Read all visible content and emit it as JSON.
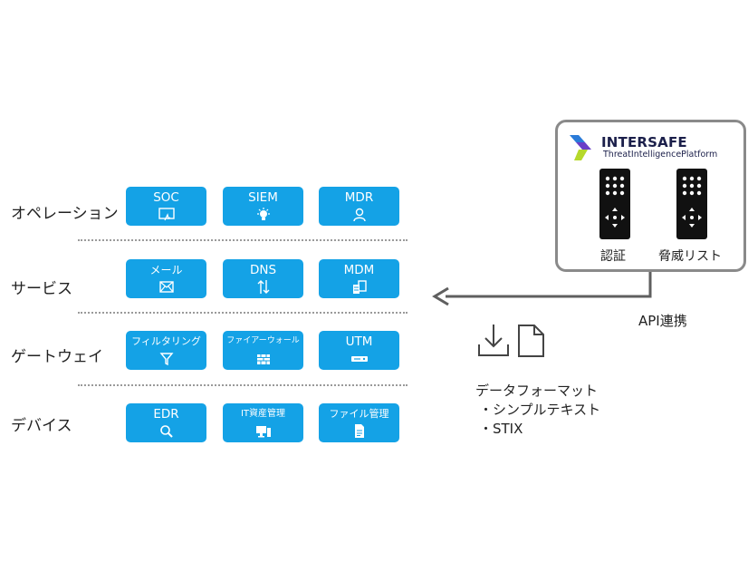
{
  "rows": [
    {
      "label": "オペレーション",
      "tiles": [
        {
          "label": "SOC",
          "icon": "screen-touch-icon"
        },
        {
          "label": "SIEM",
          "icon": "lightbulb-icon"
        },
        {
          "label": "MDR",
          "icon": "user-icon"
        }
      ]
    },
    {
      "label": "サービス",
      "tiles": [
        {
          "label": "メール",
          "icon": "envelope-icon"
        },
        {
          "label": "DNS",
          "icon": "up-down-arrows-icon"
        },
        {
          "label": "MDM",
          "icon": "devices-icon"
        }
      ]
    },
    {
      "label": "ゲートウェイ",
      "tiles": [
        {
          "label": "フィルタリング",
          "icon": "filter-icon"
        },
        {
          "label": "ファイアーウォール",
          "icon": "firewall-icon"
        },
        {
          "label": "UTM",
          "icon": "appliance-icon"
        }
      ]
    },
    {
      "label": "デバイス",
      "tiles": [
        {
          "label": "EDR",
          "icon": "magnifier-icon"
        },
        {
          "label": "IT資産管理",
          "icon": "computer-icon"
        },
        {
          "label": "ファイル管理",
          "icon": "file-icon"
        }
      ]
    }
  ],
  "platform": {
    "brand": "INTERSAFE",
    "subtitle": "ThreatIntelligencePlatform",
    "devices": [
      {
        "label": "認証",
        "icon": "remote-control-icon"
      },
      {
        "label": "脅威リスト",
        "icon": "remote-control-icon"
      }
    ]
  },
  "api_label": "API連携",
  "data_format": {
    "title": "データフォーマット",
    "items": [
      "・シンプルテキスト",
      "・STIX"
    ],
    "icons": [
      "download-icon",
      "document-icon"
    ]
  },
  "colors": {
    "tile": "#14a2e6",
    "frame": "#8a8a8a",
    "arrow": "#5f5f5f",
    "brand": "#1b1f4a"
  }
}
